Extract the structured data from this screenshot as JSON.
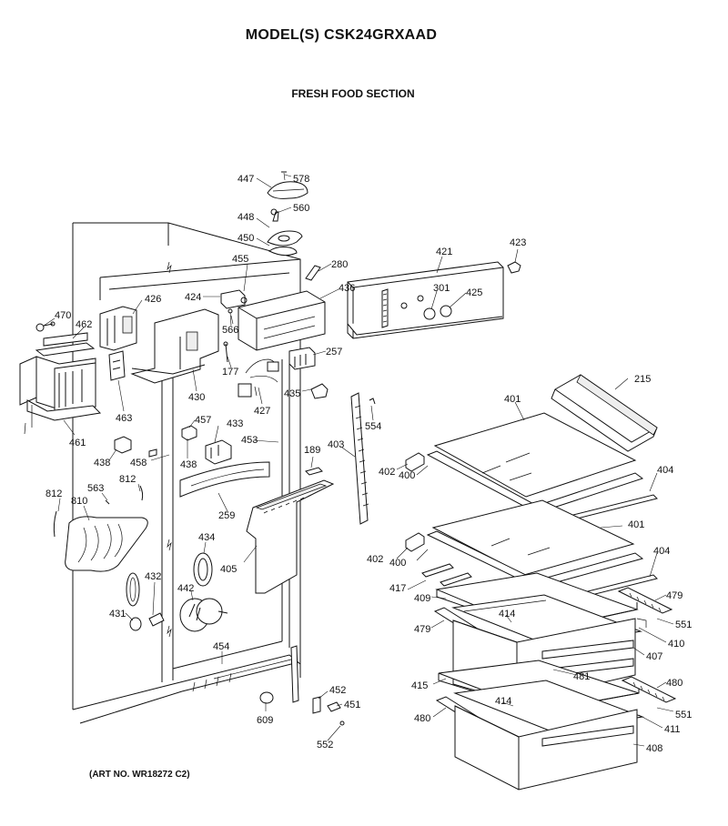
{
  "header": {
    "model": "MODEL(S) CSK24GRXAAD",
    "section": "FRESH FOOD SECTION"
  },
  "footer": {
    "art_no": "(ART NO. WR18272 C2)"
  },
  "parts": [
    {
      "id": "p447",
      "label": "447"
    },
    {
      "id": "p578",
      "label": "578"
    },
    {
      "id": "p448",
      "label": "448"
    },
    {
      "id": "p560",
      "label": "560"
    },
    {
      "id": "p450",
      "label": "450"
    },
    {
      "id": "p455",
      "label": "455"
    },
    {
      "id": "p280",
      "label": "280"
    },
    {
      "id": "p421",
      "label": "421"
    },
    {
      "id": "p423",
      "label": "423"
    },
    {
      "id": "p426",
      "label": "426"
    },
    {
      "id": "p424",
      "label": "424"
    },
    {
      "id": "p436",
      "label": "436"
    },
    {
      "id": "p301",
      "label": "301"
    },
    {
      "id": "p425",
      "label": "425"
    },
    {
      "id": "p470",
      "label": "470"
    },
    {
      "id": "p462",
      "label": "462"
    },
    {
      "id": "p566",
      "label": "566"
    },
    {
      "id": "p257",
      "label": "257"
    },
    {
      "id": "p177",
      "label": "177"
    },
    {
      "id": "p430",
      "label": "430"
    },
    {
      "id": "p435",
      "label": "435"
    },
    {
      "id": "p215",
      "label": "215"
    },
    {
      "id": "p463",
      "label": "463"
    },
    {
      "id": "p427",
      "label": "427"
    },
    {
      "id": "p401a",
      "label": "401"
    },
    {
      "id": "p554",
      "label": "554"
    },
    {
      "id": "p457",
      "label": "457"
    },
    {
      "id": "p433",
      "label": "433"
    },
    {
      "id": "p461",
      "label": "461"
    },
    {
      "id": "p453",
      "label": "453"
    },
    {
      "id": "p403",
      "label": "403"
    },
    {
      "id": "p438a",
      "label": "438"
    },
    {
      "id": "p458",
      "label": "458"
    },
    {
      "id": "p438b",
      "label": "438"
    },
    {
      "id": "p189",
      "label": "189"
    },
    {
      "id": "p402a",
      "label": "402"
    },
    {
      "id": "p400a",
      "label": "400"
    },
    {
      "id": "p404a",
      "label": "404"
    },
    {
      "id": "p812a",
      "label": "812"
    },
    {
      "id": "p563",
      "label": "563"
    },
    {
      "id": "p812b",
      "label": "812"
    },
    {
      "id": "p810",
      "label": "810"
    },
    {
      "id": "p259",
      "label": "259"
    },
    {
      "id": "p401b",
      "label": "401"
    },
    {
      "id": "p434",
      "label": "434"
    },
    {
      "id": "p402b",
      "label": "402"
    },
    {
      "id": "p400b",
      "label": "400"
    },
    {
      "id": "p404b",
      "label": "404"
    },
    {
      "id": "p405",
      "label": "405"
    },
    {
      "id": "p417",
      "label": "417"
    },
    {
      "id": "p432",
      "label": "432"
    },
    {
      "id": "p442",
      "label": "442"
    },
    {
      "id": "p409",
      "label": "409"
    },
    {
      "id": "p479a",
      "label": "479"
    },
    {
      "id": "p414a",
      "label": "414"
    },
    {
      "id": "p431",
      "label": "431"
    },
    {
      "id": "p479b",
      "label": "479"
    },
    {
      "id": "p551a",
      "label": "551"
    },
    {
      "id": "p410",
      "label": "410"
    },
    {
      "id": "p454",
      "label": "454"
    },
    {
      "id": "p407",
      "label": "407"
    },
    {
      "id": "p481",
      "label": "481"
    },
    {
      "id": "p415",
      "label": "415"
    },
    {
      "id": "p480a",
      "label": "480"
    },
    {
      "id": "p452",
      "label": "452"
    },
    {
      "id": "p414b",
      "label": "414"
    },
    {
      "id": "p451",
      "label": "451"
    },
    {
      "id": "p551b",
      "label": "551"
    },
    {
      "id": "p609",
      "label": "609"
    },
    {
      "id": "p480b",
      "label": "480"
    },
    {
      "id": "p411",
      "label": "411"
    },
    {
      "id": "p552",
      "label": "552"
    },
    {
      "id": "p408",
      "label": "408"
    }
  ]
}
